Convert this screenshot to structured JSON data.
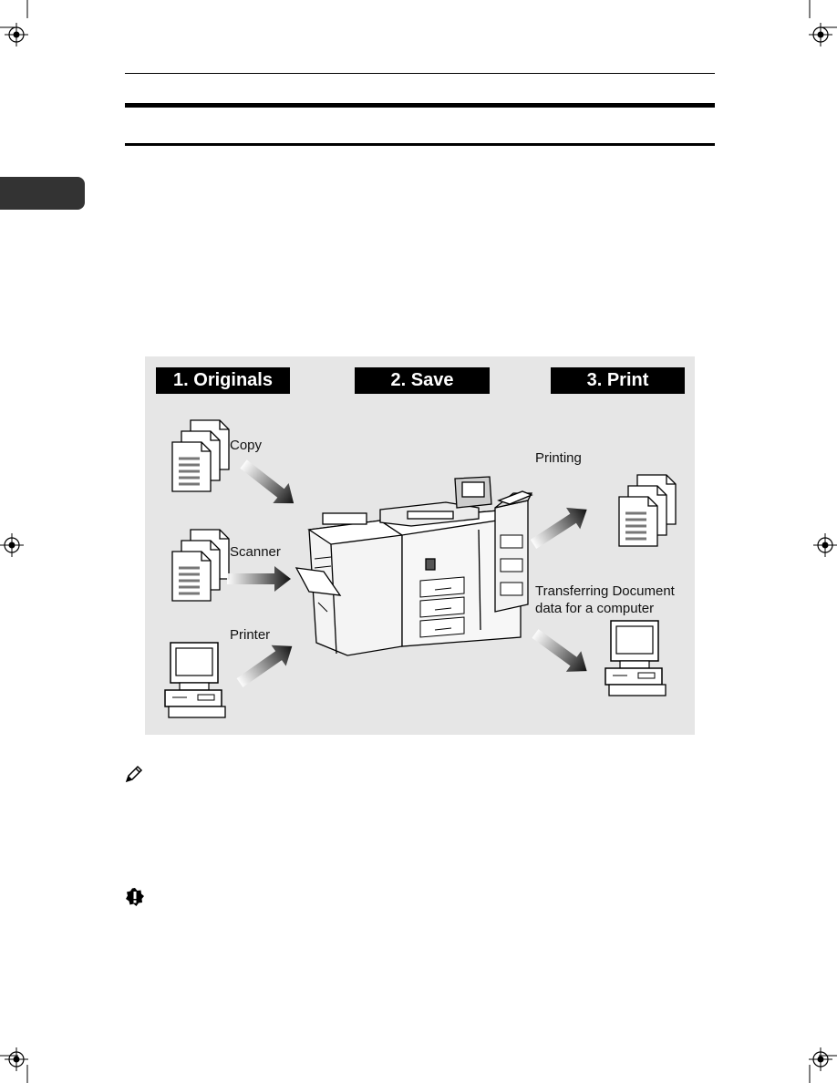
{
  "diagram": {
    "steps": [
      "1. Originals",
      "2. Save",
      "3. Print"
    ],
    "inputs": {
      "copy": "Copy",
      "scanner": "Scanner",
      "printer": "Printer"
    },
    "outputs": {
      "printing": "Printing",
      "transfer_line1": "Transferring Document",
      "transfer_line2": "data for a computer"
    }
  },
  "icons": {
    "note": "pencil-note-icon",
    "important": "important-exclamation-icon",
    "registration": "crosshair-registration-icon"
  },
  "colors": {
    "tab": "#333333",
    "panel": "#e6e6e6",
    "header": "#000000"
  }
}
